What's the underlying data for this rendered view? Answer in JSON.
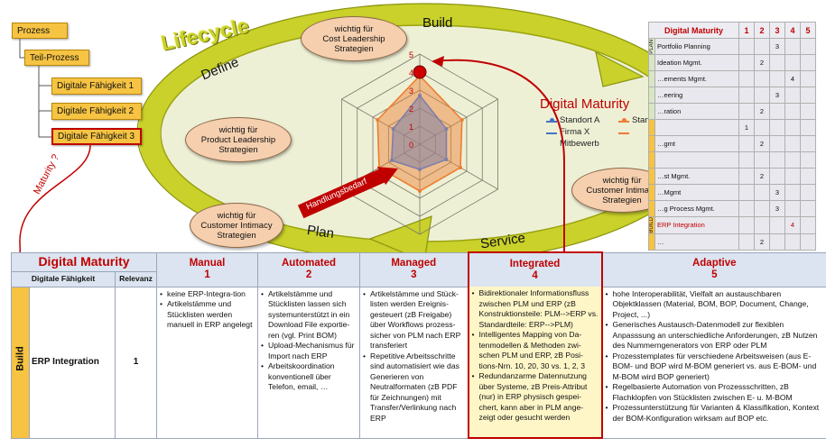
{
  "hierarchy": {
    "prozess": "Prozess",
    "teil_prozess": "Teil-Prozess",
    "faehigkeiten": [
      "Digitale Fähigkeit 1",
      "Digitale Fähigkeit 2",
      "Digitale Fähigkeit 3"
    ],
    "maturity_question": "Maturity ?"
  },
  "lifecycle": {
    "title": "Lifecycle",
    "phases": {
      "build": "Build",
      "define": "Define",
      "plan": "Plan",
      "service": "Service"
    },
    "ovals": [
      "wichtig für\nCost Leadership\nStrategien",
      "wichtig für\nProduct Leadership\nStrategien",
      "wichtig für\nCustomer Intimacy\nStrategien",
      "wichtig für\nCustomer Intimacy\nStrategien"
    ],
    "handlungsbedarf": "Handlungsbedarf"
  },
  "radar": {
    "title": "Digital Maturity",
    "scale_labels": [
      "0",
      "1",
      "2",
      "3",
      "4",
      "5"
    ],
    "legend": [
      {
        "label": "Standort A",
        "color": "#4472c4"
      },
      {
        "label": "Standort B",
        "color": "#ed7d31"
      },
      {
        "label": "Firma X",
        "color": "#4472c4"
      },
      {
        "label": "Mitbewerb",
        "color": "#ed7d31"
      }
    ],
    "axes_count": 6,
    "series": [
      {
        "values": [
          3.8,
          2.7,
          2.6,
          2.6,
          2.6,
          2.7
        ],
        "color": "#ed7d31"
      },
      {
        "values": [
          2.7,
          1.7,
          1.7,
          1.4,
          1.8,
          1.7
        ],
        "color": "#7f7fa8"
      }
    ],
    "highlight_value": 4
  },
  "mini_table": {
    "header": "Digital Maturity",
    "levels": [
      "1",
      "2",
      "3",
      "4",
      "5"
    ],
    "group_plan": "PLAN",
    "group_build": "BUILD",
    "rows": [
      {
        "label": "Portfolio Planning",
        "level": 3,
        "highlight": false
      },
      {
        "label": "Ideation Mgmt.",
        "level": 2,
        "highlight": false
      },
      {
        "label": "…ements Mgmt.",
        "level": 4,
        "highlight": false
      },
      {
        "label": "…eering",
        "level": 3,
        "highlight": false
      },
      {
        "label": "…ration",
        "level": 2,
        "highlight": false
      },
      {
        "label": "",
        "level": 1,
        "highlight": false
      },
      {
        "label": "…gmt",
        "level": 2,
        "highlight": false
      },
      {
        "label": "",
        "level": 0,
        "highlight": false
      },
      {
        "label": "…st Mgmt.",
        "level": 2,
        "highlight": false
      },
      {
        "label": "…Mgmt",
        "level": 3,
        "highlight": false
      },
      {
        "label": "…g Process Mgmt.",
        "level": 3,
        "highlight": false
      },
      {
        "label": "ERP Integration",
        "level": 4,
        "highlight": true
      },
      {
        "label": "…",
        "level": 2,
        "highlight": false
      }
    ]
  },
  "bottom_table": {
    "title": "Digital Maturity",
    "col_faehigkeit": "Digitale Fähigkeit",
    "col_relevanz": "Relevanz",
    "group_label": "Build",
    "levels": [
      {
        "name": "Manual",
        "num": "1"
      },
      {
        "name": "Automated",
        "num": "2"
      },
      {
        "name": "Managed",
        "num": "3"
      },
      {
        "name": "Integrated",
        "num": "4"
      },
      {
        "name": "Adaptive",
        "num": "5"
      }
    ],
    "row_label": "ERP Integration",
    "row_relevanz": "1",
    "cells": [
      [
        "keine ERP-Integra-tion",
        "Artikelstämme und Stücklisten werden manuell in ERP angelegt"
      ],
      [
        "Artikelstämme und Stücklisten lassen sich systemunterstützt in ein Download File exportie-ren (vgl. Print BOM)",
        "Upload-Mechanismus für Import nach ERP",
        "Arbeitskoordination konventionell über Telefon, email, …"
      ],
      [
        "Artikelstämme und Stück-listen werden Ereignis-gesteuert (zB Freigabe) über Workflows prozess-sicher von PLM nach ERP transferiert",
        "Repetitive Arbeitsschritte sind automatisiert wie das Generieren von Neutralformaten (zB PDF für Zeichnungen) mit Transfer/Verlinkung nach ERP"
      ],
      [
        "Bidirektionaler Informationsfluss zwischen PLM und ERP (zB Konstruktionsteile: PLM-->ERP vs. Standardteile: ERP-->PLM)",
        "Intelligentes Mapping von Da-tenmodellen & Methoden zwi-schen PLM und ERP, zB Posi-tions-Nrn. 10, 20, 30 vs. 1, 2, 3",
        "Redundanzarme Datennutzung über Systeme, zB Preis-Attribut (nur) in ERP physisch gespei-chert, kann aber in PLM ange-zeigt oder gesucht werden"
      ],
      [
        "hohe Interoperabilität, Vielfalt an austauschbaren Objektklassen (Material, BOM, BOP, Document, Change, Project, ...)",
        "Generisches Austausch-Datenmodell zur flexiblen Anpasssung an unterschiedliche Anforderungen, zB Nutzen des Nummerngenerators von ERP oder PLM",
        "Prozesstemplates für verschiedene Arbeitsweisen (aus E-BOM- und BOP wird M-BOM generiert vs. aus E-BOM- und M-BOM wird BOP generiert)",
        "Regelbasierte Automation von Prozessschritten, zB Flachklopfen von Stücklisten zwischen E- u. M-BOM",
        "Prozessunterstützung für Varianten & Klassifikation, Kontext der BOM-Konfiguration wirksam auf BOP etc."
      ]
    ]
  }
}
